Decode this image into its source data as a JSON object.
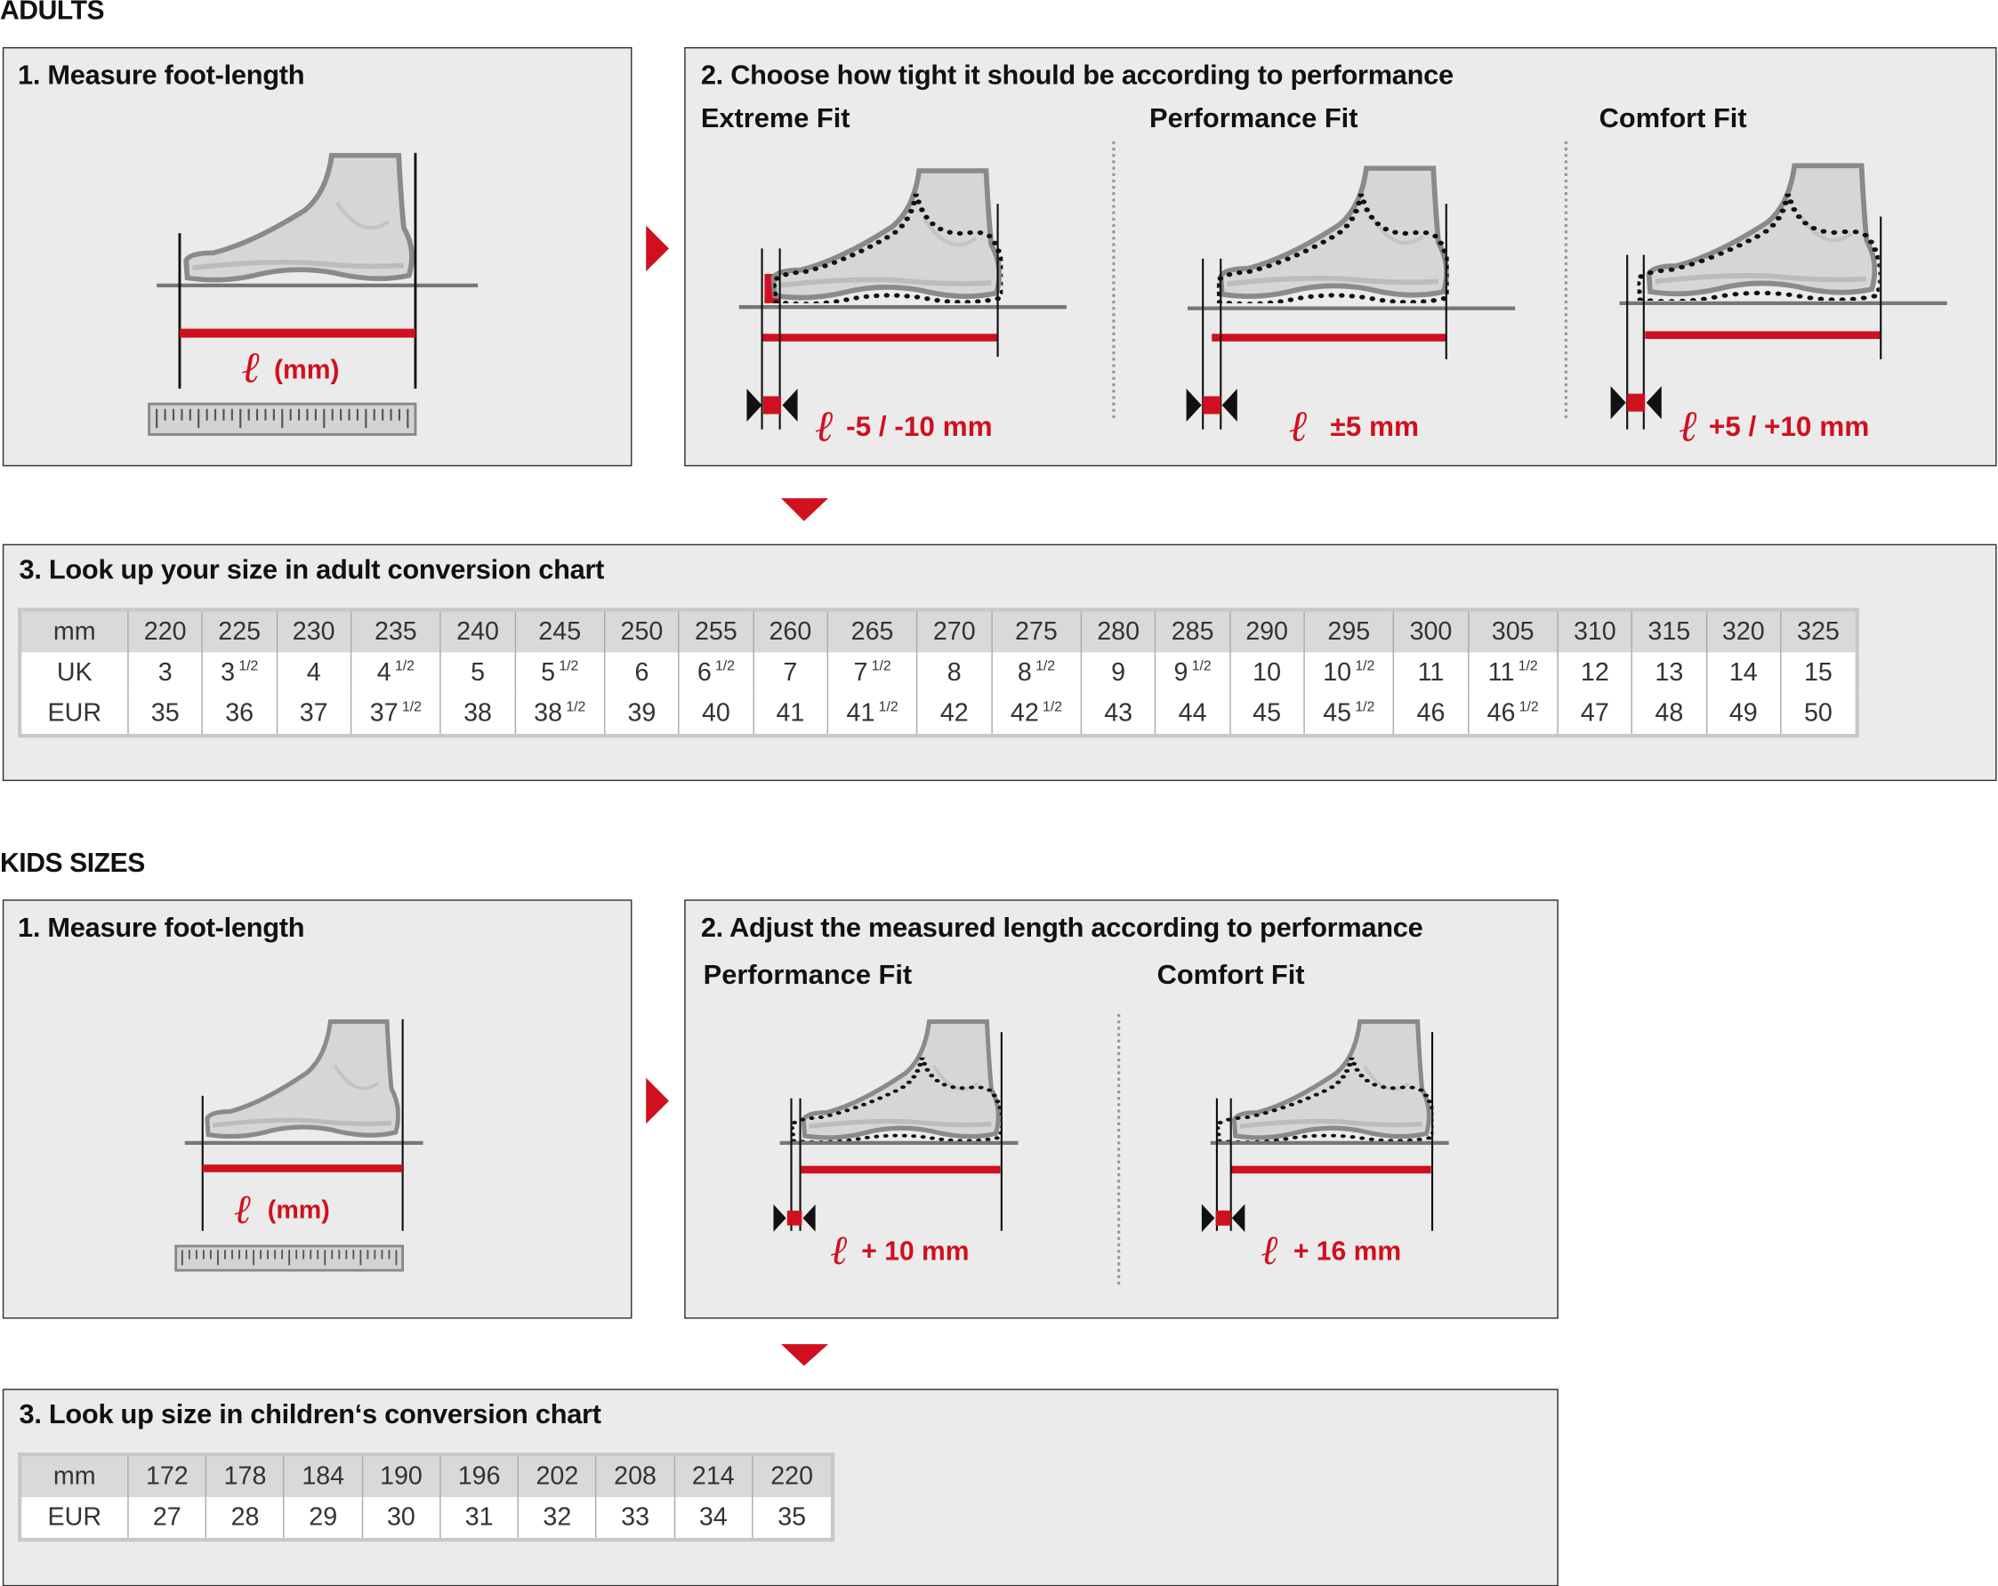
{
  "adults": {
    "heading": "ADULTS",
    "step1": {
      "title": "1. Measure foot-length",
      "label_unit": "(mm)",
      "ell": "ℓ"
    },
    "step2": {
      "title": "2. Choose how tight it should be according to performance",
      "fits": [
        {
          "name": "Extreme Fit",
          "adjust": "-5 / -10 mm"
        },
        {
          "name": "Performance Fit",
          "adjust": "±5 mm"
        },
        {
          "name": "Comfort Fit",
          "adjust": "+5 / +10 mm"
        }
      ]
    },
    "step3": {
      "title": "3. Look up your size in adult conversion chart",
      "rows": [
        {
          "label": "mm",
          "values": [
            "220",
            "225",
            "230",
            "235",
            "240",
            "245",
            "250",
            "255",
            "260",
            "265",
            "270",
            "275",
            "280",
            "285",
            "290",
            "295",
            "300",
            "305",
            "310",
            "315",
            "320",
            "325"
          ]
        },
        {
          "label": "UK",
          "values": [
            "3",
            "3 1/2",
            "4",
            "4 1/2",
            "5",
            "5 1/2",
            "6",
            "6 1/2",
            "7",
            "7 1/2",
            "8",
            "8 1/2",
            "9",
            "9 1/2",
            "10",
            "10 1/2",
            "11",
            "11 1/2",
            "12",
            "13",
            "14",
            "15"
          ]
        },
        {
          "label": "EUR",
          "values": [
            "35",
            "36",
            "37",
            "37 1/2",
            "38",
            "38 1/2",
            "39",
            "40",
            "41",
            "41 1/2",
            "42",
            "42 1/2",
            "43",
            "44",
            "45",
            "45 1/2",
            "46",
            "46 1/2",
            "47",
            "48",
            "49",
            "50"
          ]
        }
      ]
    }
  },
  "kids": {
    "heading": "KIDS SIZES",
    "step1": {
      "title": "1. Measure foot-length",
      "label_unit": "(mm)",
      "ell": "ℓ"
    },
    "step2": {
      "title": "2. Adjust the measured length according to performance",
      "fits": [
        {
          "name": "Performance Fit",
          "adjust": "+ 10 mm"
        },
        {
          "name": "Comfort Fit",
          "adjust": "+ 16 mm"
        }
      ]
    },
    "step3": {
      "title": "3. Look up size in children‘s conversion chart",
      "rows": [
        {
          "label": "mm",
          "values": [
            "172",
            "178",
            "184",
            "190",
            "196",
            "202",
            "208",
            "214",
            "220"
          ]
        },
        {
          "label": "EUR",
          "values": [
            "27",
            "28",
            "29",
            "30",
            "31",
            "32",
            "33",
            "34",
            "35"
          ]
        }
      ]
    }
  },
  "colors": {
    "accent": "#d0101e",
    "panel": "#ebebeb",
    "table_head": "#d9d9d9"
  }
}
